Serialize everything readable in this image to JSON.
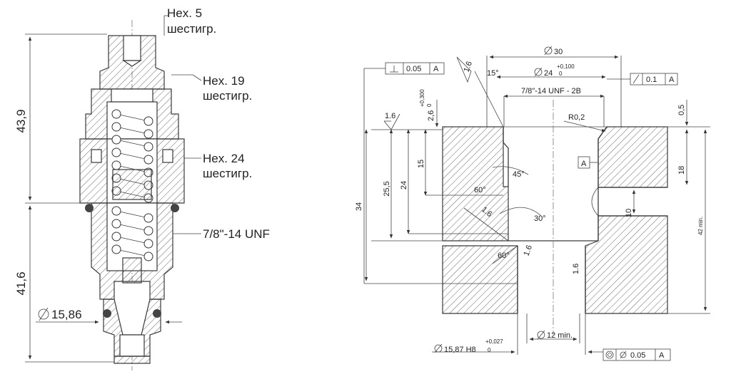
{
  "left": {
    "dim_upper": "43,9",
    "dim_lower": "41,6",
    "dia_label": "15,86",
    "callouts": [
      {
        "line1": "Hex. 5",
        "line2": "шестигр."
      },
      {
        "line1": "Hex. 19",
        "line2": "шестигр."
      },
      {
        "line1": "Hex. 24",
        "line2": "шестигр."
      },
      {
        "line1": "7/8\"-14 UNF",
        "line2": ""
      }
    ]
  },
  "right": {
    "dia30": "30",
    "dia24": "24",
    "dia24_tol_upper": "+0,100",
    "dia24_tol_lower": "0",
    "thread": "7/8\"-14 UNF - 2B",
    "radius": "R0,2",
    "angle15": "15°",
    "angle45": "45°",
    "angle60a": "60°",
    "angle60b": "60°",
    "angle30": "30°",
    "rough": "1.6",
    "depth_tol_upper": "+0,300",
    "depth_tol_lower": "0",
    "depth": "2,6",
    "dim_15": "15",
    "dim_24": "24",
    "dim_25_5": "25,5",
    "dim_34": "34",
    "dim_0_5": "0,5",
    "dim_18": "18",
    "dim_42": "42 min.",
    "dia10": "10",
    "dia12": "12 min.",
    "dia1587": "15,87 H8",
    "dia1587_tol_upper": "+0,027",
    "dia1587_tol_lower": "0",
    "datum": "A",
    "perp_tol": "0.05",
    "runout_tol": "0.1",
    "conc_tol": "0.05"
  }
}
